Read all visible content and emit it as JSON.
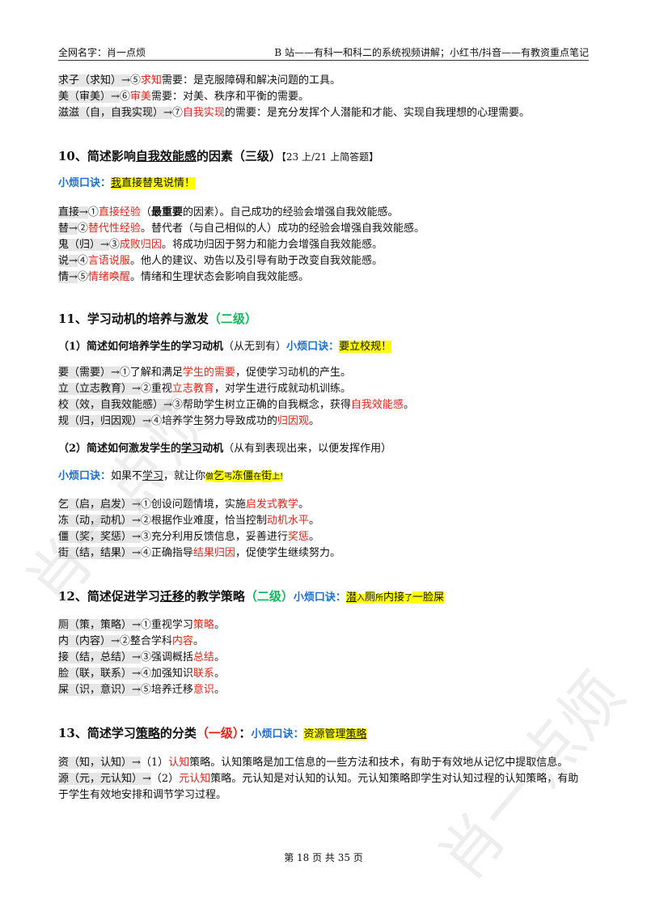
{
  "header": {
    "left": "全网名字：肖一点烦",
    "right": "B 站——有科一和科二的系统视频讲解；小红书/抖音——有教资重点笔记"
  },
  "top_lines": [
    {
      "gray": "求子（求知）→",
      "pre": "⑤",
      "red": "求知",
      "rest": "需要：是克服障碍和解决问题的工具。"
    },
    {
      "gray": "美（审美）→",
      "pre": "⑥",
      "red": "审美",
      "rest": "需要：对美、秩序和平衡的需要。"
    },
    {
      "gray": "滋滋（自，自我实现）→",
      "pre": "⑦",
      "red": "自我实现",
      "rest": "的需要：是充分发挥个人潜能和才能、实现自我理想的心理需要。"
    }
  ],
  "s10": {
    "title_a": "10、简述影响",
    "title_u": "自我效能感",
    "title_b": "的因素（三级）",
    "tag": "【23 上/21 上简答题】",
    "mnemonic_label": "小烦口诀：",
    "mnemonic_a": "我",
    "mnemonic_b": "直接替鬼说情！",
    "lines": [
      {
        "gray": "直接→",
        "pre": "①",
        "red": "直接经验",
        "b1": "（",
        "bold": "最重要",
        "rest": "的因素）。自己成功的经验会增强自我效能感。"
      },
      {
        "gray": "替→",
        "pre": "②",
        "red": "替代性经验",
        "rest": "。替代者（与自己相似的人）成功的经验会增强自我效能感。"
      },
      {
        "gray": "鬼（归）→",
        "pre": "③",
        "red": "成败归因",
        "rest": "。将成功归因于努力和能力会增强自我效能感。"
      },
      {
        "gray": "说→",
        "pre": "④",
        "red": "言语说服",
        "rest": "。他人的建议、劝告以及引导有助于改变自我效能感。"
      },
      {
        "gray": "情→",
        "pre": "⑤",
        "red": "情绪唤醒",
        "rest": "。情绪和生理状态会影响自我效能感。"
      }
    ]
  },
  "s11": {
    "title": "11、学习动机的培养与激发",
    "level": "（二级）",
    "sub1_a": "（1）简述如何培养学生的学习动机",
    "sub1_b": "（从无到有）",
    "sub1_label": "小烦口诀：",
    "sub1_mn": "要立校规！",
    "lines1": [
      {
        "gray": "要（需要）→",
        "pre": "①了解和满足",
        "red": "学生的需要",
        "rest": "，促使学习动机的产生。"
      },
      {
        "gray": "立（立志教育）→",
        "pre": "②重视",
        "red": "立志教育",
        "rest": "，对学生进行成就动机训练。"
      },
      {
        "gray": "校（效，自我效能感）→",
        "pre": "③帮助学生树立正确的自我概念，获得",
        "red": "自我效能感",
        "rest": "。"
      },
      {
        "gray": "规（归，归因观）→",
        "pre": "④培养学生努力导致成功的",
        "red": "归因观",
        "rest": "。"
      }
    ],
    "sub2_a": "（2）简述如何激发学生的",
    "sub2_u": "学习",
    "sub2_b": "动机",
    "sub2_c": "（从有到表现出来，以便发挥作用）",
    "mn2_label": "小烦口诀：",
    "mn2_a": "如果不",
    "mn2_u": "学习",
    "mn2_b": "，就让你",
    "mn2_hl1": "做",
    "mn2_hl2": "乞",
    "mn2_hl3": "丐",
    "mn2_hl4": "冻僵",
    "mn2_hl5": "在",
    "mn2_hl6": "街",
    "mn2_hl7": "上!",
    "lines2": [
      {
        "gray": "乞（启，启发）→",
        "pre": "①创设问题情境，实施",
        "red": "启发式教学",
        "rest": "。"
      },
      {
        "gray": "冻（动，动机）→",
        "pre": "②根据作业难度，恰当控制",
        "red": "动机水平",
        "rest": "。"
      },
      {
        "gray": "僵（奖，奖惩）→",
        "pre": "③充分利用反馈信息，妥善进行",
        "red": "奖惩",
        "rest": "。"
      },
      {
        "gray": "街（结，结果）→",
        "pre": "④正确指导",
        "red": "结果归因",
        "rest": "，促使学生继续努力。"
      }
    ]
  },
  "s12": {
    "title_a": "12、简述促进学习",
    "title_u": "迁移",
    "title_b": "的教学策略",
    "level": "（二级）",
    "label": "小烦口诀：",
    "mn_u": "潜",
    "mn_a": "入",
    "mn_b": "厕",
    "mn_c": "所",
    "mn_d": "内接",
    "mn_e": "了",
    "mn_f": "一脸屎",
    "lines": [
      {
        "gray": "厕（策，策略）→",
        "pre": "①重视学习",
        "red": "策略",
        "rest": "。"
      },
      {
        "gray": "内（内容）→",
        "pre": "②整合学科",
        "red": "内容",
        "rest": "。"
      },
      {
        "gray": "接（结，总结）→",
        "pre": "③强调概括",
        "red": "总结",
        "rest": "。"
      },
      {
        "gray": "脸（联，联系）→",
        "pre": "④加强知识",
        "red": "联系",
        "rest": "。"
      },
      {
        "gray": "屎（识，意识）→",
        "pre": "⑤培养迁移",
        "red": "意识",
        "rest": "。"
      }
    ]
  },
  "s13": {
    "title_a": "13、简述学习",
    "title_u": "策略",
    "title_b": "的分类",
    "level": "（一级）",
    "colon": "：",
    "label": "小烦口诀：",
    "mn_a": "资源管理",
    "mn_u": "策略",
    "p1_gray": "资（知，认知）→",
    "p1_pre": "（1）",
    "p1_red": "认知",
    "p1_rest": "策略。认知策略是加工信息的一些方法和技术，有助于有效地从记忆中提取信息。",
    "p2_gray": "源（元，元认知）→",
    "p2_pre": "（2）",
    "p2_red": "元认知",
    "p2_rest": "策略。元认知是对认知的认知。元认知策略即学生对认知过程的认知策略，有助于学生有效地安排和调节学习过程。"
  },
  "footer": {
    "text": "第 18 页 共 35 页"
  },
  "watermark": "肖一点烦"
}
